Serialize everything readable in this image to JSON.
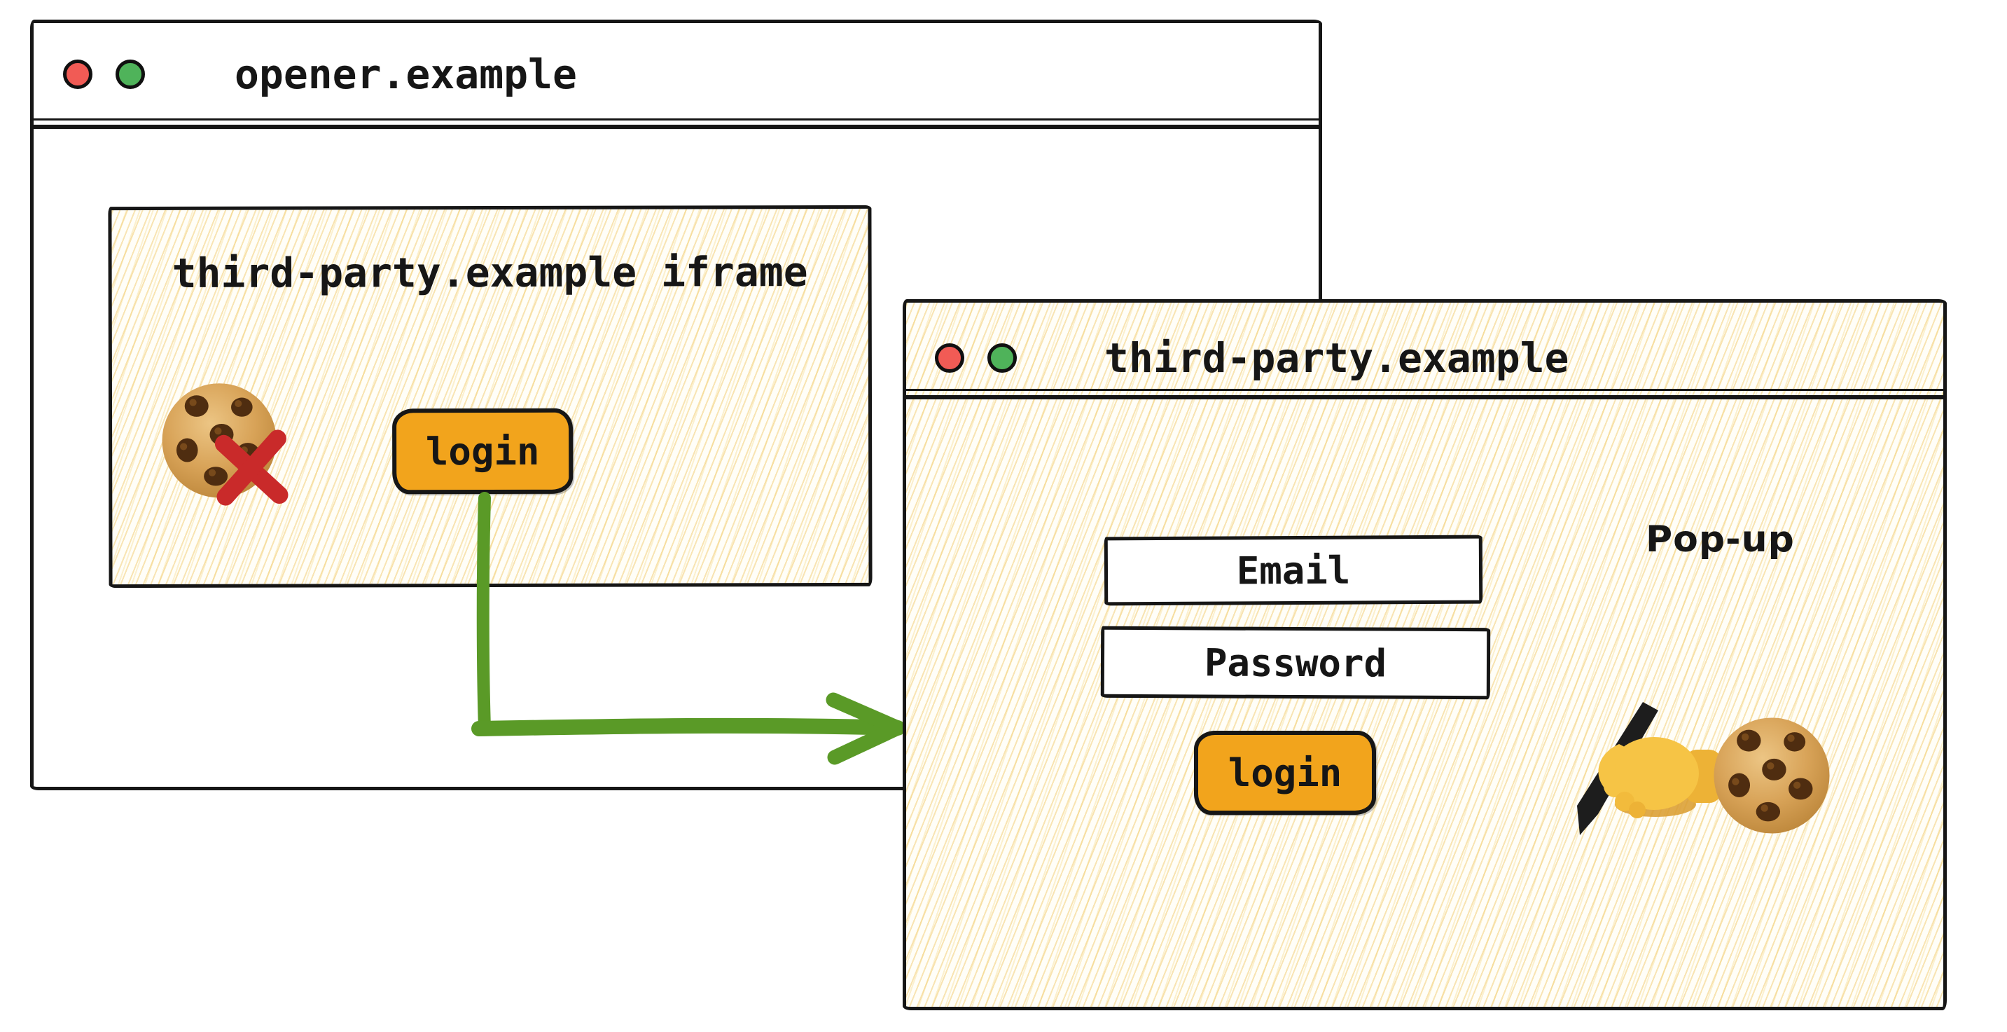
{
  "opener_window": {
    "title": "opener.example",
    "iframe": {
      "label": "third-party.example iframe",
      "login_label": "login"
    }
  },
  "popup_window": {
    "title": "third-party.example",
    "popup_label": "Pop-up",
    "email_label": "Email",
    "password_label": "Password",
    "login_label": "login"
  },
  "icons": {
    "opener_iframe": [
      "cookie-icon",
      "x-mark-icon"
    ],
    "popup": [
      "writing-hand-icon",
      "cookie-icon"
    ],
    "window_controls": [
      "red-light",
      "green-light"
    ]
  },
  "colors": {
    "ink": "#161616",
    "paper": "#ffffff",
    "hatch_fill": "#fffef8",
    "hatch_line": "#f2cb6e",
    "button_orange": "#f2a41c",
    "arrow_green": "#5a9a27",
    "light_red": "#f15b55",
    "light_green": "#4fb35a",
    "x_red": "#c92a2a"
  }
}
